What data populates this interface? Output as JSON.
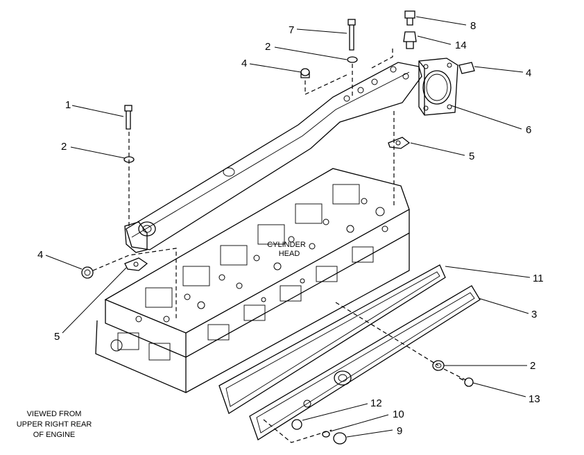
{
  "diagram": {
    "center_label": [
      "CYLINDER",
      "HEAD"
    ],
    "view_note": [
      "VIEWED FROM",
      "UPPER RIGHT REAR",
      "OF ENGINE"
    ],
    "callouts": {
      "c1": "1",
      "c2a": "2",
      "c2b": "2",
      "c2c": "2",
      "c3": "3",
      "c4a": "4",
      "c4b": "4",
      "c4c": "4",
      "c5a": "5",
      "c5b": "5",
      "c6": "6",
      "c7": "7",
      "c8": "8",
      "c9": "9",
      "c10": "10",
      "c11": "11",
      "c12": "12",
      "c13": "13",
      "c14": "14"
    }
  }
}
